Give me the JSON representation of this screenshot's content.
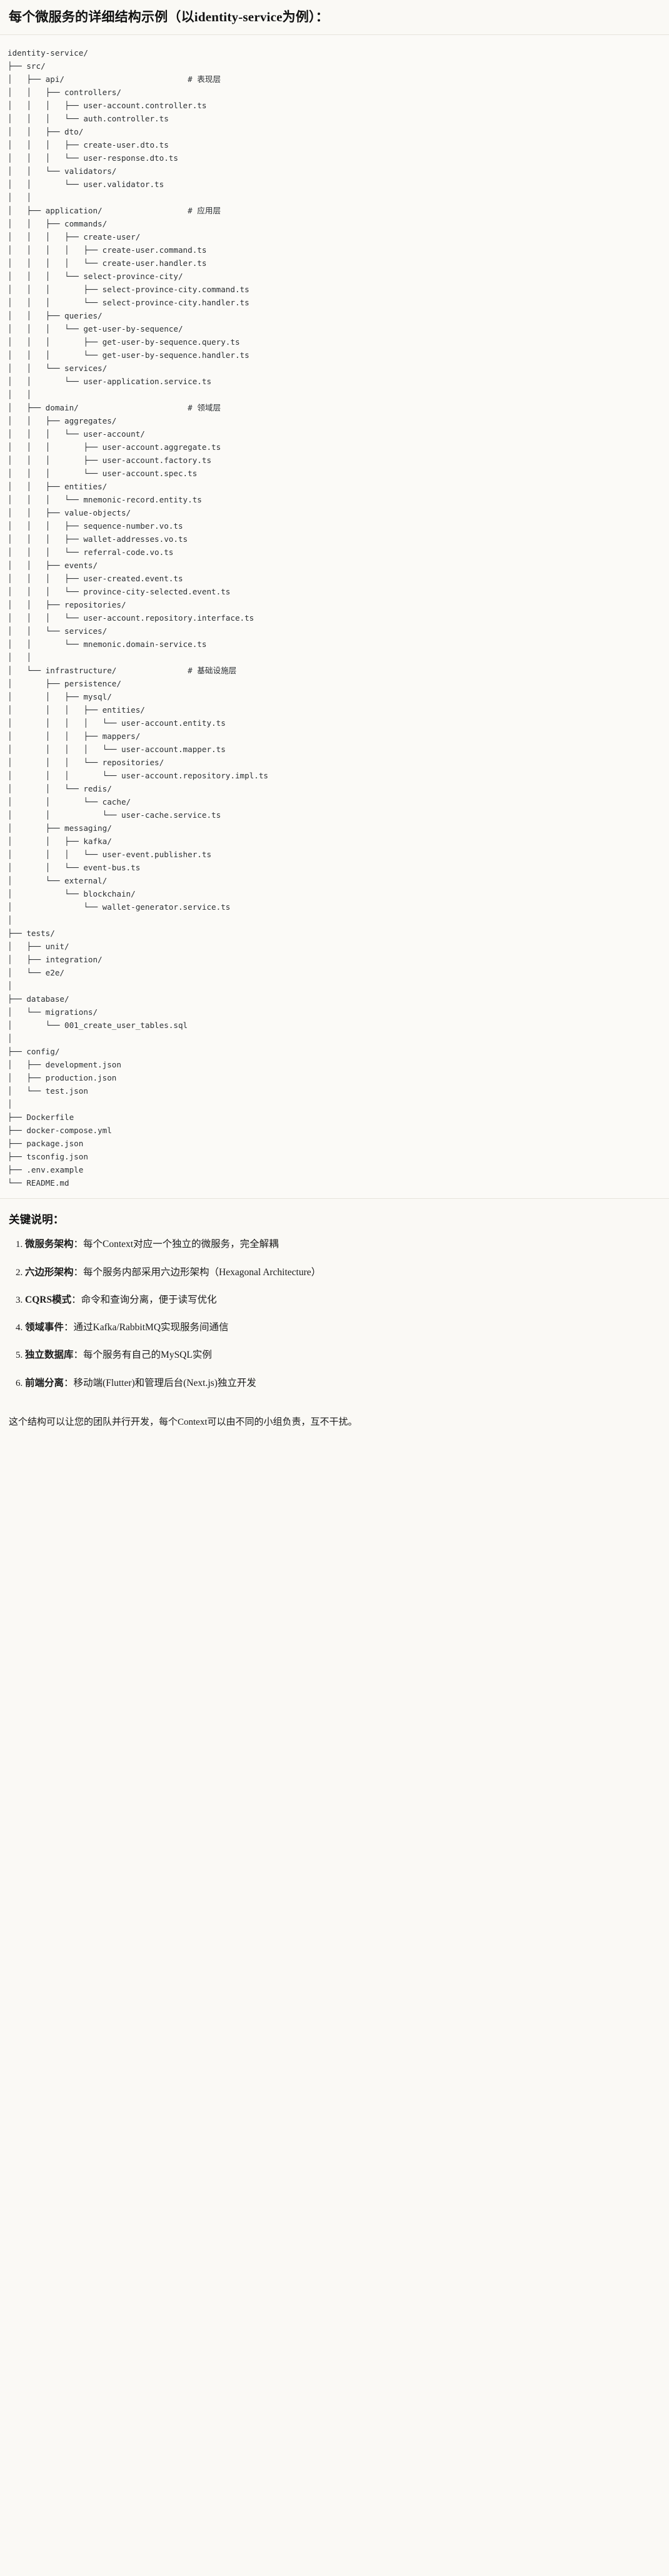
{
  "header": {
    "title": "每个微服务的详细结构示例（以identity-service为例）："
  },
  "tree": {
    "root": "identity-service/",
    "text": "identity-service/\n├── src/\n│   ├── api/                          # 表现层\n│   │   ├── controllers/\n│   │   │   ├── user-account.controller.ts\n│   │   │   └── auth.controller.ts\n│   │   ├── dto/\n│   │   │   ├── create-user.dto.ts\n│   │   │   └── user-response.dto.ts\n│   │   └── validators/\n│   │       └── user.validator.ts\n│   │\n│   ├── application/                  # 应用层\n│   │   ├── commands/\n│   │   │   ├── create-user/\n│   │   │   │   ├── create-user.command.ts\n│   │   │   │   └── create-user.handler.ts\n│   │   │   └── select-province-city/\n│   │   │       ├── select-province-city.command.ts\n│   │   │       └── select-province-city.handler.ts\n│   │   ├── queries/\n│   │   │   └── get-user-by-sequence/\n│   │   │       ├── get-user-by-sequence.query.ts\n│   │   │       └── get-user-by-sequence.handler.ts\n│   │   └── services/\n│   │       └── user-application.service.ts\n│   │\n│   ├── domain/                       # 领域层\n│   │   ├── aggregates/\n│   │   │   └── user-account/\n│   │   │       ├── user-account.aggregate.ts\n│   │   │       ├── user-account.factory.ts\n│   │   │       └── user-account.spec.ts\n│   │   ├── entities/\n│   │   │   └── mnemonic-record.entity.ts\n│   │   ├── value-objects/\n│   │   │   ├── sequence-number.vo.ts\n│   │   │   ├── wallet-addresses.vo.ts\n│   │   │   └── referral-code.vo.ts\n│   │   ├── events/\n│   │   │   ├── user-created.event.ts\n│   │   │   └── province-city-selected.event.ts\n│   │   ├── repositories/\n│   │   │   └── user-account.repository.interface.ts\n│   │   └── services/\n│   │       └── mnemonic.domain-service.ts\n│   │\n│   └── infrastructure/               # 基础设施层\n│       ├── persistence/\n│       │   ├── mysql/\n│       │   │   ├── entities/\n│       │   │   │   └── user-account.entity.ts\n│       │   │   ├── mappers/\n│       │   │   │   └── user-account.mapper.ts\n│       │   │   └── repositories/\n│       │   │       └── user-account.repository.impl.ts\n│       │   └── redis/\n│       │       └── cache/\n│       │           └── user-cache.service.ts\n│       ├── messaging/\n│       │   ├── kafka/\n│       │   │   └── user-event.publisher.ts\n│       │   └── event-bus.ts\n│       └── external/\n│           └── blockchain/\n│               └── wallet-generator.service.ts\n│\n├── tests/\n│   ├── unit/\n│   ├── integration/\n│   └── e2e/\n│\n├── database/\n│   └── migrations/\n│       └── 001_create_user_tables.sql\n│\n├── config/\n│   ├── development.json\n│   ├── production.json\n│   └── test.json\n│\n├── Dockerfile\n├── docker-compose.yml\n├── package.json\n├── tsconfig.json\n├── .env.example\n└── README.md",
    "layer_comments": [
      {
        "path": "src/api/",
        "comment": "# 表现层"
      },
      {
        "path": "src/application/",
        "comment": "# 应用层"
      },
      {
        "path": "src/domain/",
        "comment": "# 领域层"
      },
      {
        "path": "src/infrastructure/",
        "comment": "# 基础设施层"
      }
    ]
  },
  "notes": {
    "title": "关键说明：",
    "items": [
      {
        "term": "微服务架构",
        "sep": "：",
        "desc": "每个Context对应一个独立的微服务，完全解耦"
      },
      {
        "term": "六边形架构",
        "sep": "：",
        "desc": "每个服务内部采用六边形架构（Hexagonal Architecture）"
      },
      {
        "term": "CQRS模式",
        "sep": "：",
        "desc": "命令和查询分离，便于读写优化"
      },
      {
        "term": "领域事件",
        "sep": "：",
        "desc": "通过Kafka/RabbitMQ实现服务间通信"
      },
      {
        "term": "独立数据库",
        "sep": "：",
        "desc": "每个服务有自己的MySQL实例"
      },
      {
        "term": "前端分离",
        "sep": "：",
        "desc": "移动端(Flutter)和管理后台(Next.js)独立开发"
      }
    ],
    "closing": "这个结构可以让您的团队并行开发，每个Context可以由不同的小组负责，互不干扰。"
  }
}
